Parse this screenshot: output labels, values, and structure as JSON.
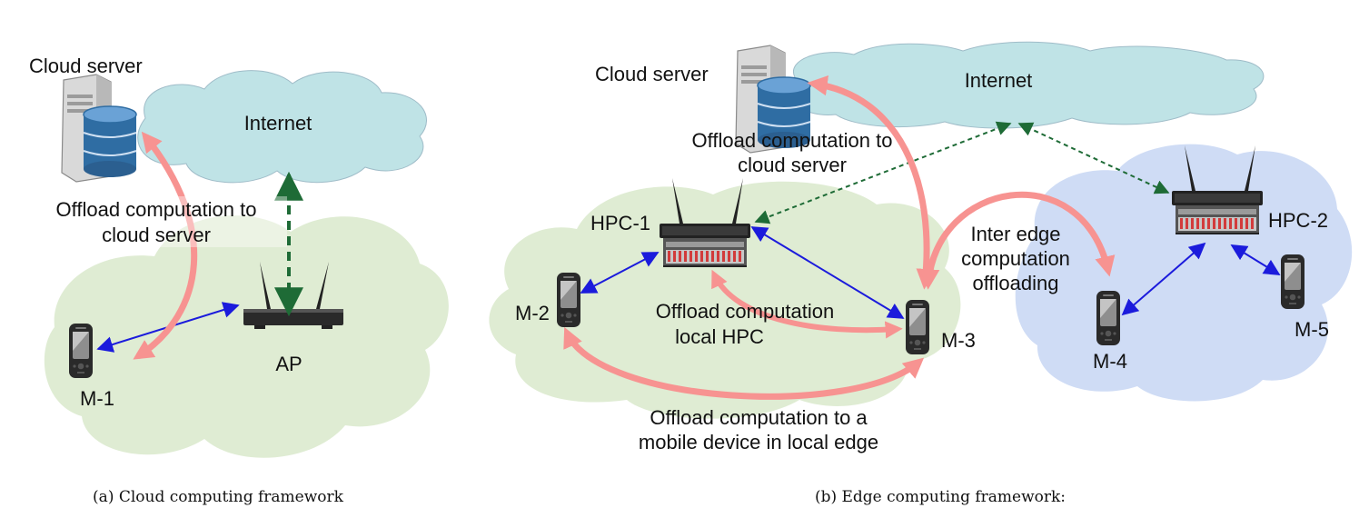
{
  "panel_a": {
    "cloud_server_label": "Cloud server",
    "internet_label": "Internet",
    "offload_line1": "Offload computation to",
    "offload_line2": "cloud server",
    "ap_label": "AP",
    "mobile_label": "M-1",
    "caption": "(a) Cloud computing framework"
  },
  "panel_b": {
    "cloud_server_label": "Cloud server",
    "internet_label": "Internet",
    "offload_cloud_line1": "Offload computation to",
    "offload_cloud_line2": "cloud server",
    "hpc1_label": "HPC-1",
    "hpc2_label": "HPC-2",
    "inter_edge_line1": "Inter edge",
    "inter_edge_line2": "computation",
    "inter_edge_line3": "offloading",
    "offload_hpc_line1": "Offload computation",
    "offload_hpc_line2": "local HPC",
    "offload_mobile_line1": "Offload computation to a",
    "offload_mobile_line2": "mobile device in local edge",
    "m2_label": "M-2",
    "m3_label": "M-3",
    "m4_label": "M-4",
    "m5_label": "M-5",
    "caption": "(b) Edge computing framework:"
  },
  "colors": {
    "internet_cloud": "#bfe3e6",
    "local_edge_cloud": "#dfecd3",
    "remote_edge_cloud": "#cfdcf5",
    "offload_arrow": "#f79391",
    "wireless_link": "#1b1bdc",
    "internet_link": "#1e6b36"
  },
  "icons": [
    "server-database-icon",
    "wireless-router-icon",
    "hpc-rack-icon",
    "mobile-phone-icon"
  ]
}
